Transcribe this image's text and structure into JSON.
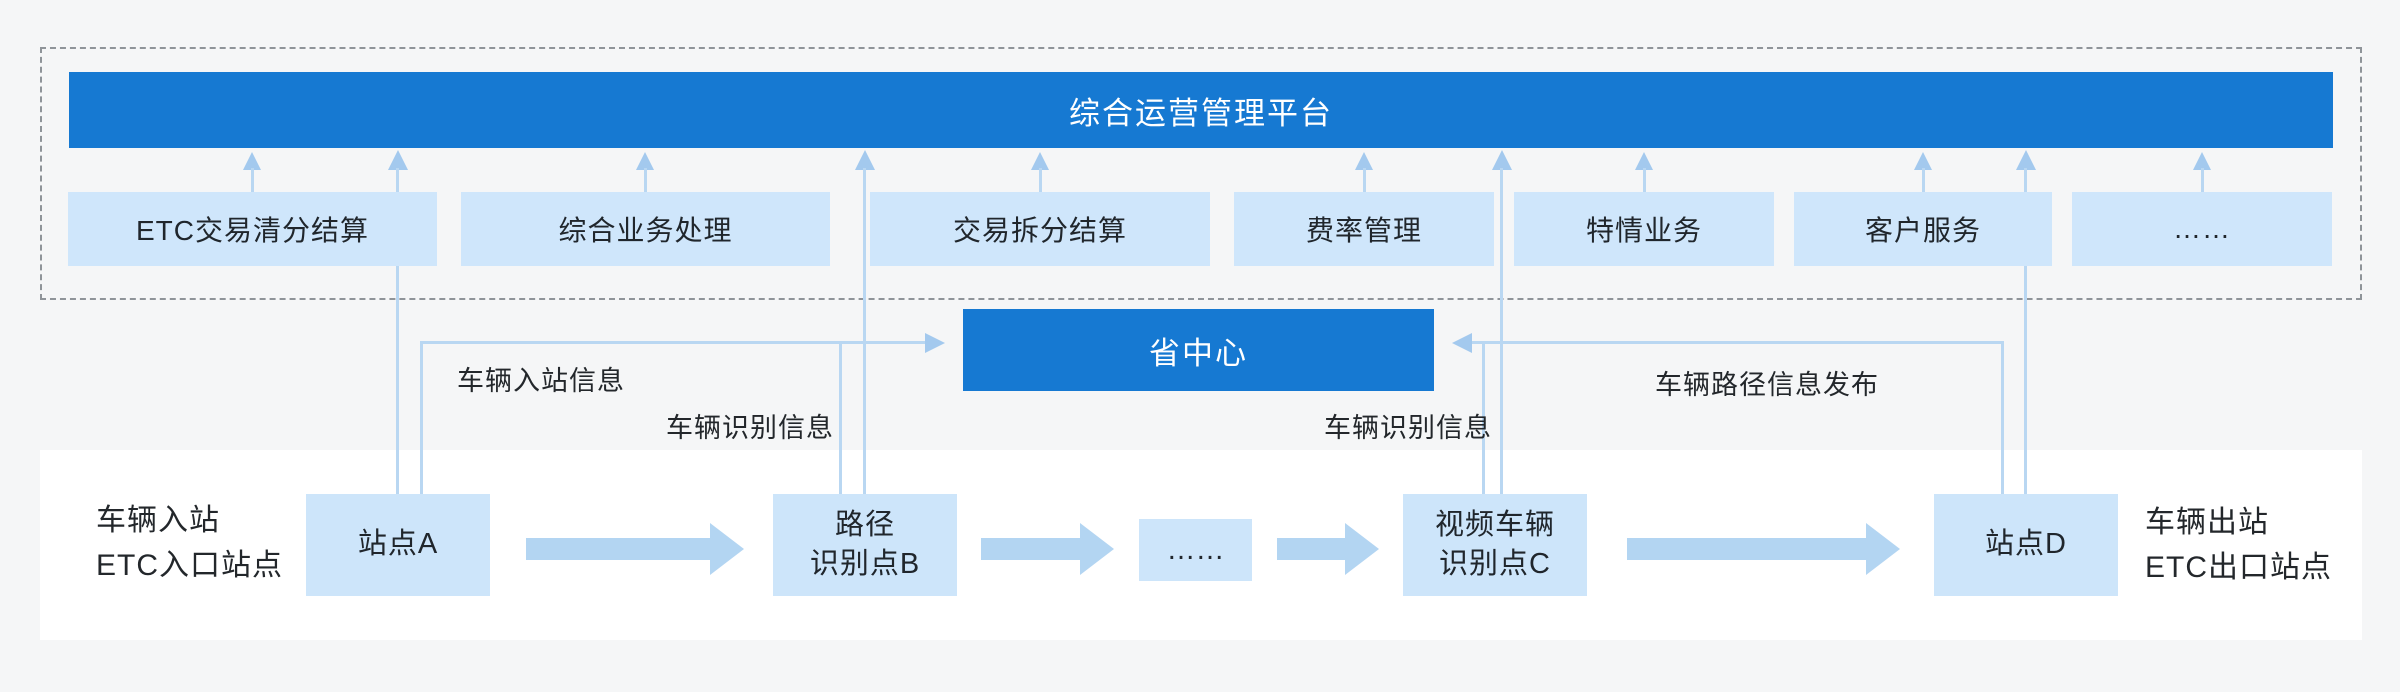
{
  "colors": {
    "primary_blue": "#1679d2",
    "module_fill": "#cfe6fb",
    "station_fill": "#cde5fa",
    "arrow_fill": "#b3d5f2",
    "line_blue": "#b9d7f2",
    "page_bg": "#f5f6f7"
  },
  "platform": {
    "title": "综合运营管理平台",
    "modules": [
      "ETC交易清分结算",
      "综合业务处理",
      "交易拆分结算",
      "费率管理",
      "特情业务",
      "客户服务",
      "……"
    ]
  },
  "province_center": {
    "label": "省中心"
  },
  "flow_labels": {
    "entry_info": "车辆入站信息",
    "recognition_left": "车辆识别信息",
    "recognition_right": "车辆识别信息",
    "route_publish": "车辆路径信息发布"
  },
  "road": {
    "entry_caption": [
      "车辆入站",
      "ETC入口站点"
    ],
    "exit_caption": [
      "车辆出站",
      "ETC出口站点"
    ],
    "stations": [
      {
        "name": "站点A",
        "lines": [
          "站点A"
        ]
      },
      {
        "name": "路径识别点B",
        "lines": [
          "路径",
          "识别点B"
        ]
      },
      {
        "name": "……",
        "lines": [
          "……"
        ]
      },
      {
        "name": "视频车辆识别点C",
        "lines": [
          "视频车辆",
          "识别点C"
        ]
      },
      {
        "name": "站点D",
        "lines": [
          "站点D"
        ]
      }
    ]
  }
}
